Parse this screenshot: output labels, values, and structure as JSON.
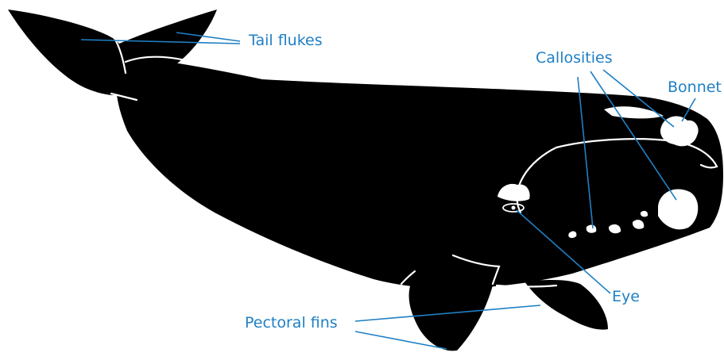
{
  "diagram": {
    "colors": {
      "body": "#000000",
      "outline": "#ffffff",
      "callosity": "#ffffff",
      "leader": "#1f7fc4",
      "label": "#1f7fc4"
    },
    "labels": {
      "tail_flukes": "Tail flukes",
      "callosities": "Callosities",
      "bonnet": "Bonnet",
      "eye": "Eye",
      "pectoral_fins": "Pectoral fins"
    }
  }
}
